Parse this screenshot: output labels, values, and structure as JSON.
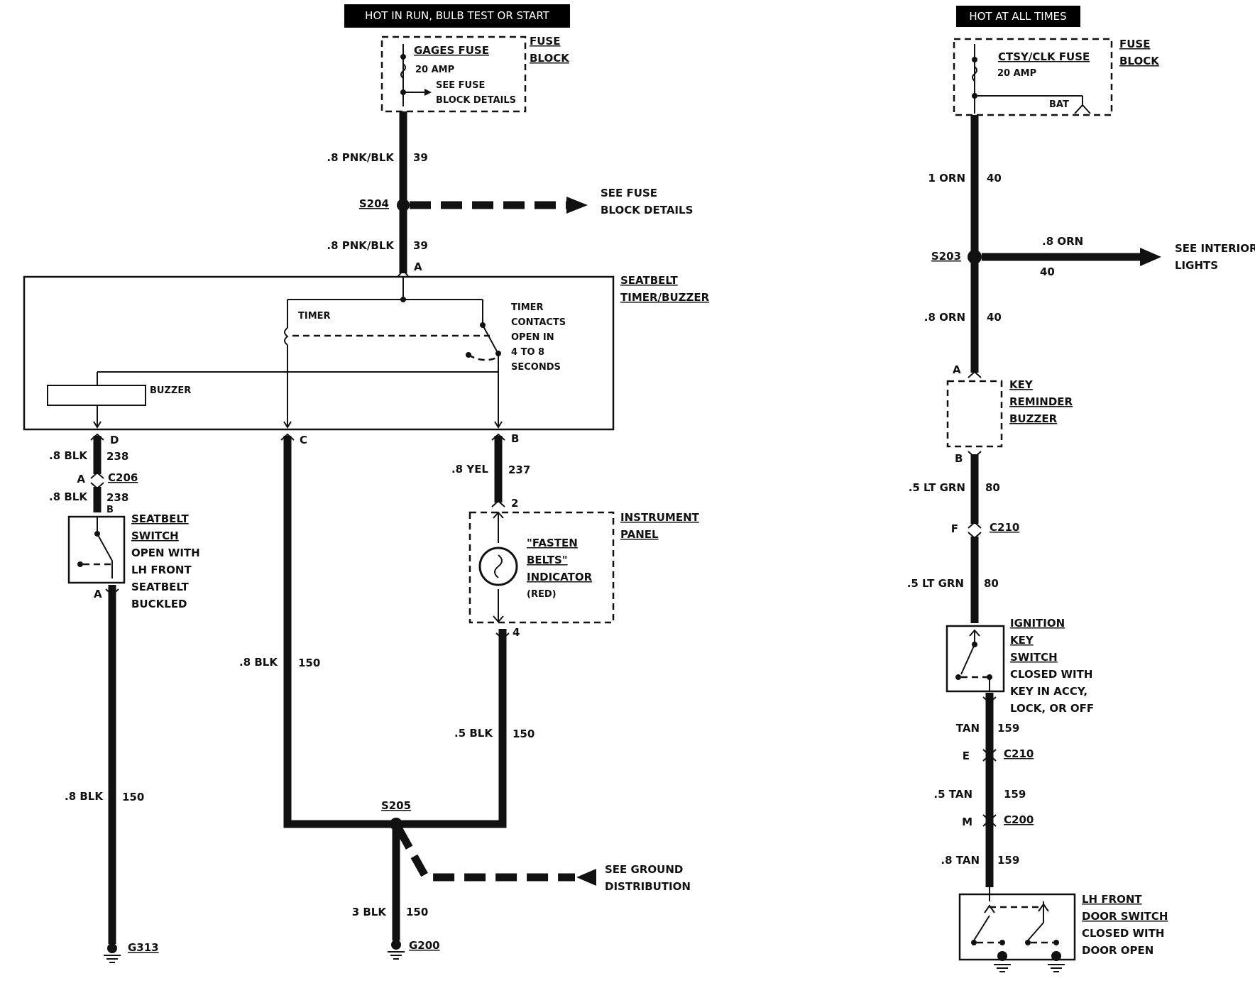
{
  "headers": {
    "left": "HOT IN RUN, BULB TEST OR START",
    "right": "HOT AT ALL TIMES"
  },
  "gages_fuse": {
    "name": "GAGES FUSE",
    "rating": "20 AMP",
    "ref_line1": "SEE FUSE",
    "ref_line2": "BLOCK DETAILS",
    "block_line1": "FUSE",
    "block_line2": "BLOCK"
  },
  "ctsy_fuse": {
    "name": "CTSY/CLK FUSE",
    "rating": "20 AMP",
    "bat": "BAT",
    "block_line1": "FUSE",
    "block_line2": "BLOCK"
  },
  "wires": {
    "w39a_color": ".8 PNK/BLK",
    "w39a_num": "39",
    "w39b_color": ".8 PNK/BLK",
    "w39b_num": "39",
    "w238a_color": ".8 BLK",
    "w238a_num": "238",
    "w238b_color": ".8 BLK",
    "w238b_num": "238",
    "w150a_color": ".8 BLK",
    "w150a_num": "150",
    "w150b_color": ".8 BLK",
    "w150b_num": "150",
    "w237_color": ".8 YEL",
    "w237_num": "237",
    "w150c_color": ".5 BLK",
    "w150c_num": "150",
    "w150d_color": "3 BLK",
    "w150d_num": "150",
    "w40a_color": "1 ORN",
    "w40a_num": "40",
    "w40b_color": ".8 ORN",
    "w40b_num": "40",
    "w40c_color": ".8 ORN",
    "w40c_num": "40",
    "w80a_color": ".5 LT GRN",
    "w80a_num": "80",
    "w80b_color": ".5 LT GRN",
    "w80b_num": "80",
    "w159a_color": "TAN",
    "w159a_num": "159",
    "w159b_color": ".5 TAN",
    "w159b_num": "159",
    "w159c_color": ".8 TAN",
    "w159c_num": "159"
  },
  "splices": {
    "s204": "S204",
    "s204_ref1": "SEE FUSE",
    "s204_ref2": "BLOCK DETAILS",
    "s205": "S205",
    "s205_ref1": "SEE GROUND",
    "s205_ref2": "DISTRIBUTION",
    "s203": "S203",
    "s203_ref1": "SEE INTERIOR",
    "s203_ref2": "LIGHTS"
  },
  "timer_buzzer": {
    "name1": "SEATBELT",
    "name2": "TIMER/BUZZER",
    "timer": "TIMER",
    "buzzer": "BUZZER",
    "note1": "TIMER",
    "note2": "CONTACTS",
    "note3": "OPEN IN",
    "note4": "4 TO 8",
    "note5": "SECONDS",
    "pin_a": "A",
    "pin_b": "B",
    "pin_c": "C",
    "pin_d": "D"
  },
  "seatbelt_switch": {
    "name1": "SEATBELT",
    "name2": "SWITCH",
    "desc1": "OPEN WITH",
    "desc2": "LH FRONT",
    "desc3": "SEATBELT",
    "desc4": "BUCKLED",
    "pin_a": "A",
    "pin_b": "B"
  },
  "connectors": {
    "c206": "C206",
    "c206_pin": "A",
    "c210a": "C210",
    "c210a_pin": "F",
    "c210b": "C210",
    "c210b_pin": "E",
    "c200": "C200",
    "c200_pin": "M"
  },
  "instrument_panel": {
    "name1": "INSTRUMENT",
    "name2": "PANEL",
    "ind1": "\"FASTEN",
    "ind2": "BELTS\"",
    "ind3": "INDICATOR",
    "ind4": "(RED)",
    "pin_2": "2",
    "pin_4": "4"
  },
  "key_reminder": {
    "name1": "KEY",
    "name2": "REMINDER",
    "name3": "BUZZER",
    "pin_a": "A",
    "pin_b": "B"
  },
  "ignition_switch": {
    "name1": "IGNITION",
    "name2": "KEY",
    "name3": "SWITCH",
    "desc1": "CLOSED WITH",
    "desc2": "KEY IN ACCY,",
    "desc3": "LOCK, OR OFF"
  },
  "door_switch": {
    "name1": "LH FRONT",
    "name2": "DOOR SWITCH",
    "desc1": "CLOSED WITH",
    "desc2": "DOOR OPEN"
  },
  "grounds": {
    "g313": "G313",
    "g200": "G200"
  }
}
